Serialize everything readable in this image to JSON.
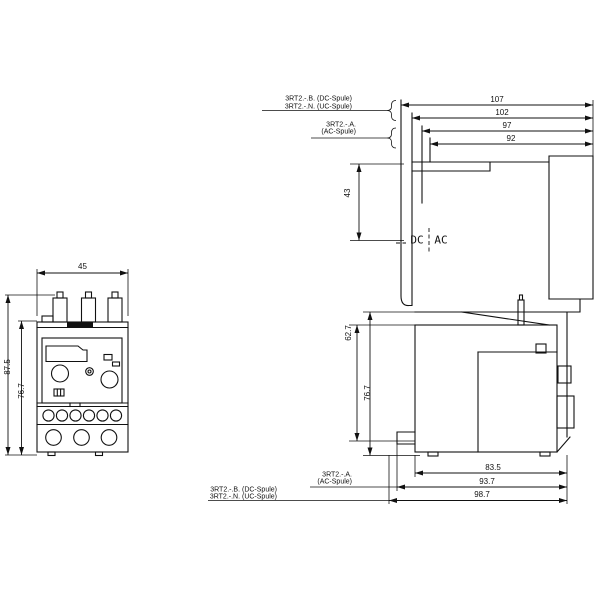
{
  "drawing": {
    "front_view": {
      "dim_width": "45",
      "dim_height_total": "87.5",
      "dim_height_body": "76.7"
    },
    "side_view": {
      "dim_depth_dc": "107",
      "dim_depth_uc": "102",
      "dim_depth_ac1": "97",
      "dim_depth_ac2": "92",
      "dim_coil_height": "43",
      "dim_body_height": "62.7",
      "dim_total_height": "76.7",
      "dim_relay_depth": "83.5",
      "dim_depth_ac_bottom": "93.7",
      "dim_depth_dc_bottom": "98.7",
      "coil_dc_text": "DC",
      "coil_ac_text": "AC"
    },
    "labels": {
      "dc_coil": "3RT2.-.B. (DC-Spule)",
      "uc_coil": "3RT2.-.N. (UC-Spule)",
      "ac_coil_line1": "3RT2.-.A.",
      "ac_coil_line2": "(AC-Spule)"
    }
  }
}
